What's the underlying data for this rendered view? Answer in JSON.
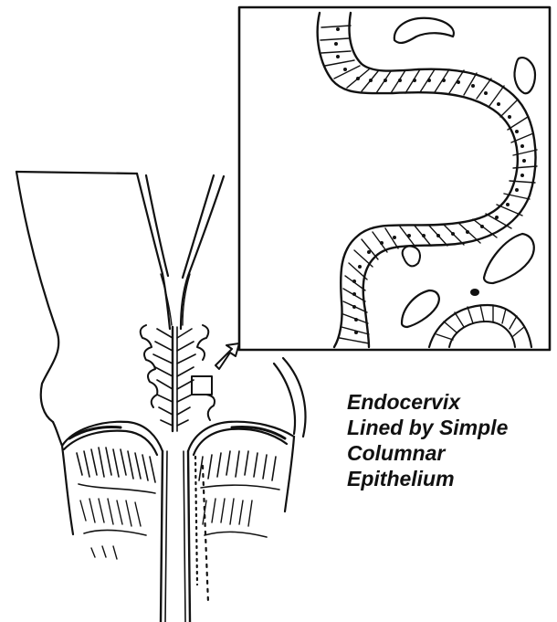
{
  "caption": {
    "line1": "Endocervix",
    "line2": "Lined by Simple",
    "line3": "Columnar",
    "line4": "Epithelium"
  },
  "colors": {
    "ink": "#111111",
    "paper": "#ffffff"
  }
}
